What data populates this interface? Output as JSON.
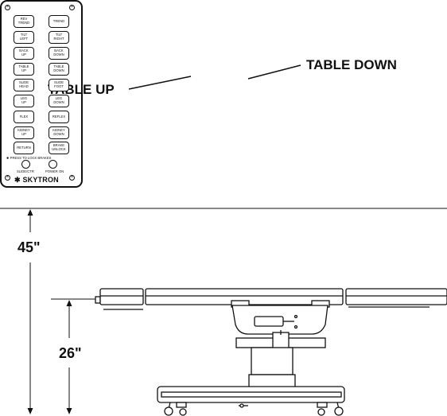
{
  "remote": {
    "buttons": [
      {
        "label": "REV\nTREND"
      },
      {
        "label": "TREND"
      },
      {
        "label": "TILT\nLEFT"
      },
      {
        "label": "TILT\nRIGHT"
      },
      {
        "label": "BACK\nUP"
      },
      {
        "label": "BACK\nDOWN"
      },
      {
        "label": "TABLE\nUP"
      },
      {
        "label": "TABLE\nDOWN"
      },
      {
        "label": "SLIDE\nHEAD"
      },
      {
        "label": "SLIDE\nFOOT"
      },
      {
        "label": "LEG\nUP"
      },
      {
        "label": "LEG\nDOWN"
      },
      {
        "label": "FLEX"
      },
      {
        "label": "REFLEX"
      },
      {
        "label": "KIDNEY\nUP"
      },
      {
        "label": "KIDNEY\nDOWN"
      },
      {
        "label": "RETURN"
      },
      {
        "label": "BRAKE\nUNLOCK"
      }
    ],
    "brake_note": "✱ PRESS TO LOCK BRAKES",
    "round_buttons": [
      {
        "label": "SLIDE/CTR"
      },
      {
        "label": "POWER ON"
      }
    ],
    "brand": "SKYTRON"
  },
  "callouts": {
    "table_up": "TABLE UP",
    "table_down": "TABLE DOWN"
  },
  "dimensions": {
    "overall_height": "45\"",
    "table_height": "26\""
  }
}
